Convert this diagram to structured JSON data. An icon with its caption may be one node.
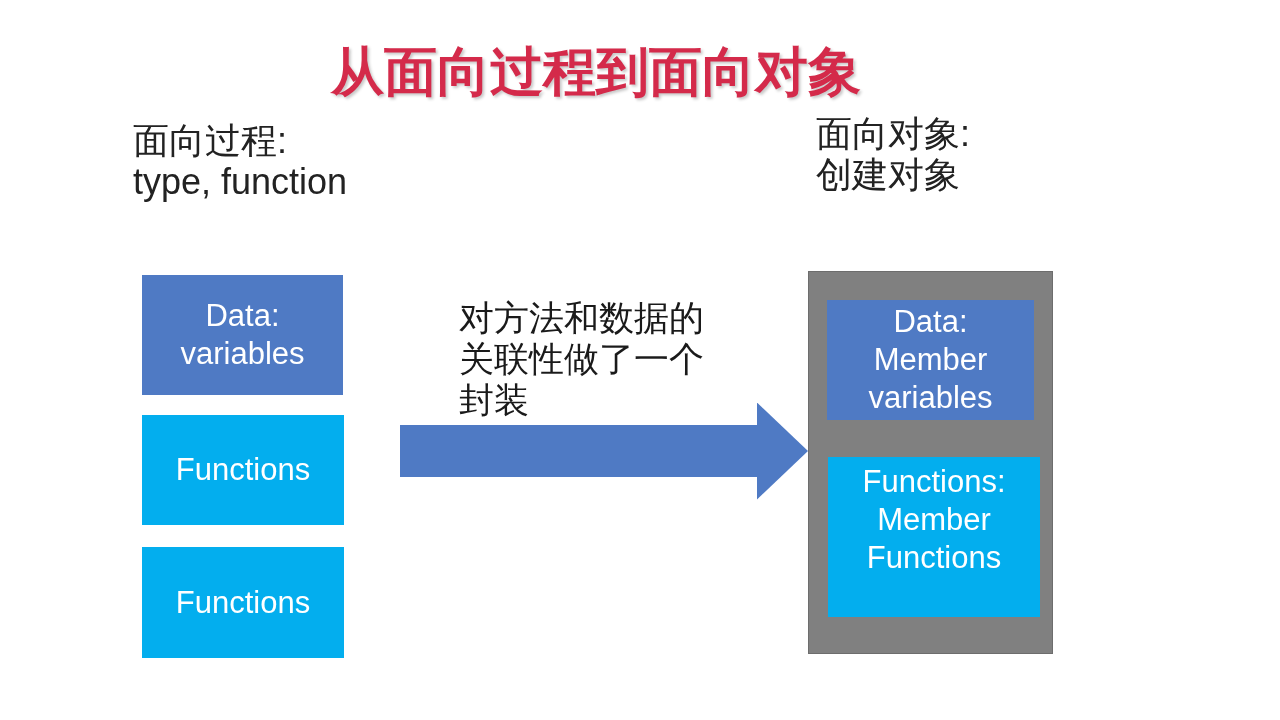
{
  "diagram": {
    "title": "从面向过程到面向对象",
    "nodes": [
      {
        "text": [
          "Data:",
          "variables"
        ]
      },
      {
        "text": [
          "Functions"
        ]
      },
      {
        "text": [
          "Functions"
        ]
      },
      {
        "text": [],
        "shape": "box"
      },
      {
        "text": [
          "Data:",
          "Member variables"
        ],
        "in": 3
      },
      {
        "text": [
          "Functions:",
          "Member Functions"
        ],
        "in": 3
      }
    ],
    "edges": [
      {
        "from": null,
        "to": 3,
        "arrow": "to",
        "label": "对方法和数据的关联性做了一个封装"
      }
    ],
    "labels": [
      "面向过程: type, function",
      "面向对象: 创建对象"
    ]
  }
}
